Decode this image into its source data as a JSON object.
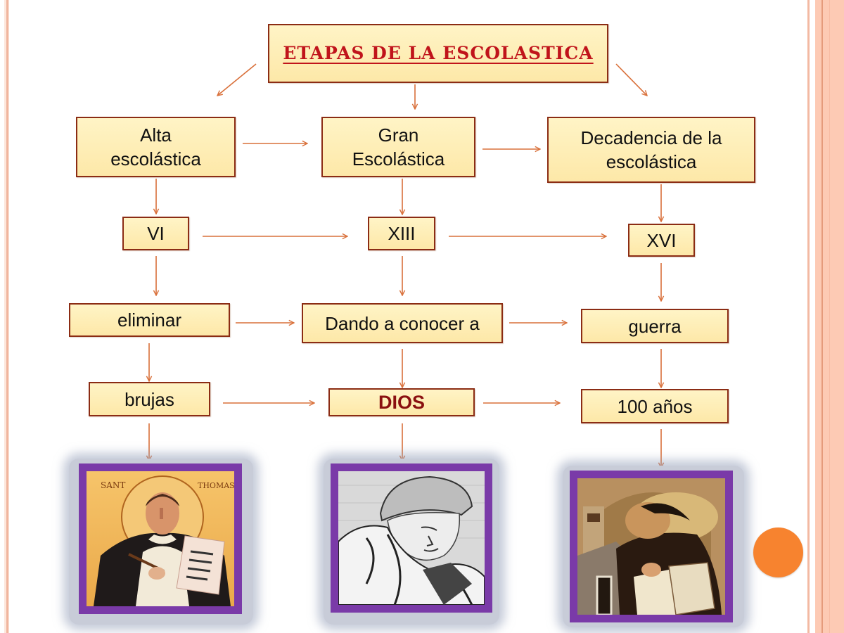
{
  "diagram": {
    "title": "ETAPAS DE LA ESCOLASTICA",
    "columns": [
      {
        "stage": "Alta escolástica",
        "century": "VI",
        "action": "eliminar",
        "object": "brujas",
        "portrait": "portrait-saint-thomas-icon"
      },
      {
        "stage": "Gran Escolástica",
        "century": "XIII",
        "action": "Dando a conocer a",
        "object": "DIOS",
        "portrait": "portrait-scholar-engraving"
      },
      {
        "stage": "Decadencia de la escolástica",
        "century": "XVI",
        "action": "guerra",
        "object": "100 años",
        "portrait": "portrait-thomas-aquinas-painting"
      }
    ],
    "icon_labels": {
      "saint_left": "SANT",
      "saint_right": "THOMAS"
    }
  },
  "colors": {
    "node_fill": "#fdeeb4",
    "node_border": "#8b2c14",
    "arrow": "#d9703a",
    "title_text": "#c0141b",
    "dios_text": "#8a1010",
    "frame_purple": "#7a3aa8",
    "accent_dot": "#f7832f",
    "side_band": "#fdcab4"
  }
}
